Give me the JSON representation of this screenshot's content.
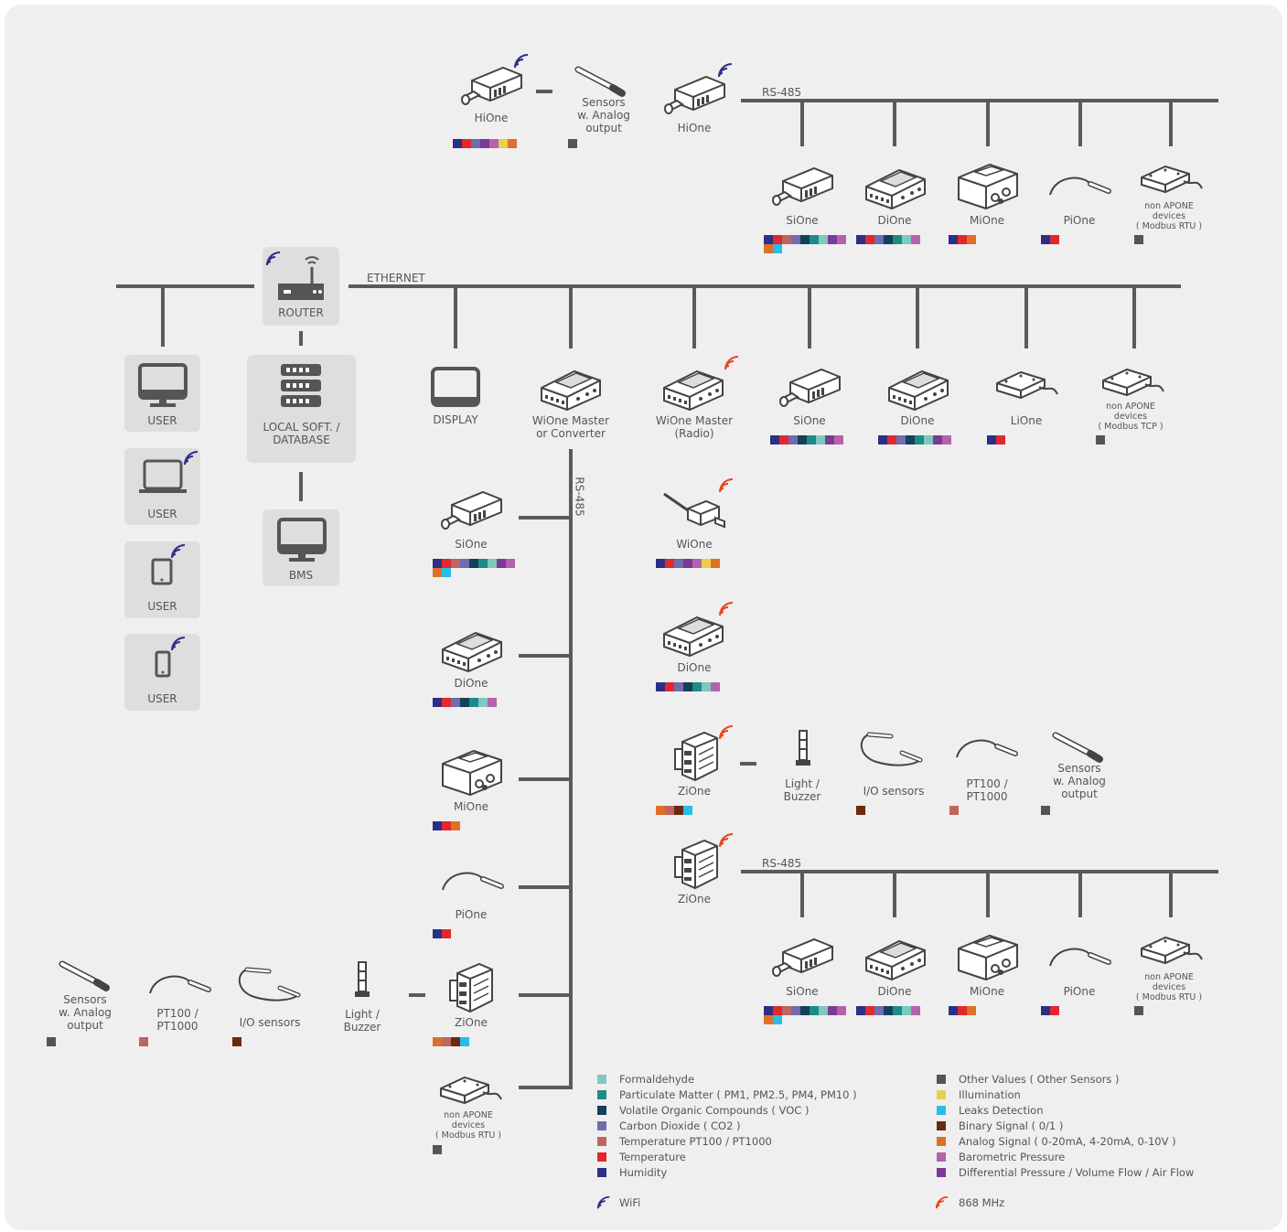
{
  "colors": {
    "formaldehyde": "#7ec8c0",
    "pm": "#1e8c86",
    "voc": "#13405a",
    "co2": "#6f6cb0",
    "pt100": "#c06460",
    "temperature": "#e0282d",
    "humidity": "#2b2f86",
    "other": "#555555",
    "illumination": "#ead04a",
    "leaks": "#29bde6",
    "binary": "#6a2a10",
    "analog": "#de7028",
    "barometric": "#b562ad",
    "diffpressure": "#7a3a96",
    "wifi": "#2b2f86",
    "radio": "#e8451e"
  },
  "labels": {
    "router": "ROUTER",
    "ethernet": "ETHERNET",
    "rs485_top": "RS-485",
    "rs485_vertical": "RS-485",
    "rs485_bottom": "RS-485",
    "user1": "USER",
    "user2": "USER",
    "user3": "USER",
    "user4": "USER",
    "local_db_1": "LOCAL SOFT. /",
    "local_db_2": "DATABASE",
    "bms": "BMS",
    "display": "DISPLAY",
    "wione_master_1": "WiOne Master",
    "wione_master_2": "or Converter",
    "wione_radio_1": "WiOne Master",
    "wione_radio_2": "(Radio)",
    "eth_sione": "SiOne",
    "eth_dione": "DiOne",
    "eth_lione": "LiOne",
    "eth_nonapone_1": "non APONE",
    "eth_nonapone_2": "devices",
    "eth_nonapone_3": "( Modbus TCP )",
    "hione_left": "HiOne",
    "hione_right": "HiOne",
    "sensors_top_1": "Sensors",
    "sensors_top_2": "w. Analog",
    "sensors_top_3": "output",
    "top_sione": "SiOne",
    "top_dione": "DiOne",
    "top_mione": "MiOne",
    "top_pione": "PiOne",
    "top_nonapone_1": "non APONE",
    "top_nonapone_2": "devices",
    "top_nonapone_3": "( Modbus RTU )",
    "v_sione": "SiOne",
    "v_dione": "DiOne",
    "v_mione": "MiOne",
    "v_pione": "PiOne",
    "v_zione": "ZiOne",
    "v_nonapone_1": "non APONE",
    "v_nonapone_2": "devices",
    "v_nonapone_3": "( Modbus RTU )",
    "left_sensors_1": "Sensors",
    "left_sensors_2": "w. Analog",
    "left_sensors_3": "output",
    "left_pt_1": "PT100 /",
    "left_pt_2": "PT1000",
    "left_io": "I/O sensors",
    "left_light_1": "Light /",
    "left_light_2": "Buzzer",
    "r_wione": "WiOne",
    "r_dione": "DiOne",
    "r_zione1": "ZiOne",
    "r_light_1": "Light /",
    "r_light_2": "Buzzer",
    "r_io": "I/O sensors",
    "r_pt_1": "PT100 /",
    "r_pt_2": "PT1000",
    "r_sensors_1": "Sensors",
    "r_sensors_2": "w. Analog",
    "r_sensors_3": "output",
    "r_zione2": "ZiOne",
    "b_sione": "SiOne",
    "b_dione": "DiOne",
    "b_mione": "MiOne",
    "b_pione": "PiOne",
    "b_nonapone_1": "non APONE",
    "b_nonapone_2": "devices",
    "b_nonapone_3": "( Modbus RTU )"
  },
  "legend_left": [
    {
      "text": "Formaldehyde",
      "color": "#7ec8c0"
    },
    {
      "text": "Particulate Matter ( PM1, PM2.5, PM4, PM10 )",
      "color": "#1e8c86"
    },
    {
      "text": "Volatile Organic Compounds ( VOC )",
      "color": "#13405a"
    },
    {
      "text": "Carbon Dioxide ( CO2 )",
      "color": "#6f6cb0"
    },
    {
      "text": "Temperature PT100 / PT1000",
      "color": "#c06460"
    },
    {
      "text": "Temperature",
      "color": "#e0282d"
    },
    {
      "text": "Humidity",
      "color": "#2b2f86"
    }
  ],
  "legend_right": [
    {
      "text": "Other Values ( Other Sensors )",
      "color": "#555555"
    },
    {
      "text": "Illumination",
      "color": "#ead04a"
    },
    {
      "text": "Leaks Detection",
      "color": "#29bde6"
    },
    {
      "text": "Binary Signal ( 0/1 )",
      "color": "#6a2a10"
    },
    {
      "text": "Analog Signal ( 0-20mA, 4-20mA, 0-10V )",
      "color": "#de7028"
    },
    {
      "text": "Barometric Pressure",
      "color": "#b562ad"
    },
    {
      "text": "Differential Pressure / Volume Flow / Air Flow",
      "color": "#7a3a96"
    }
  ],
  "legend_signals": {
    "wifi": "WiFi",
    "radio": "868 MHz"
  }
}
